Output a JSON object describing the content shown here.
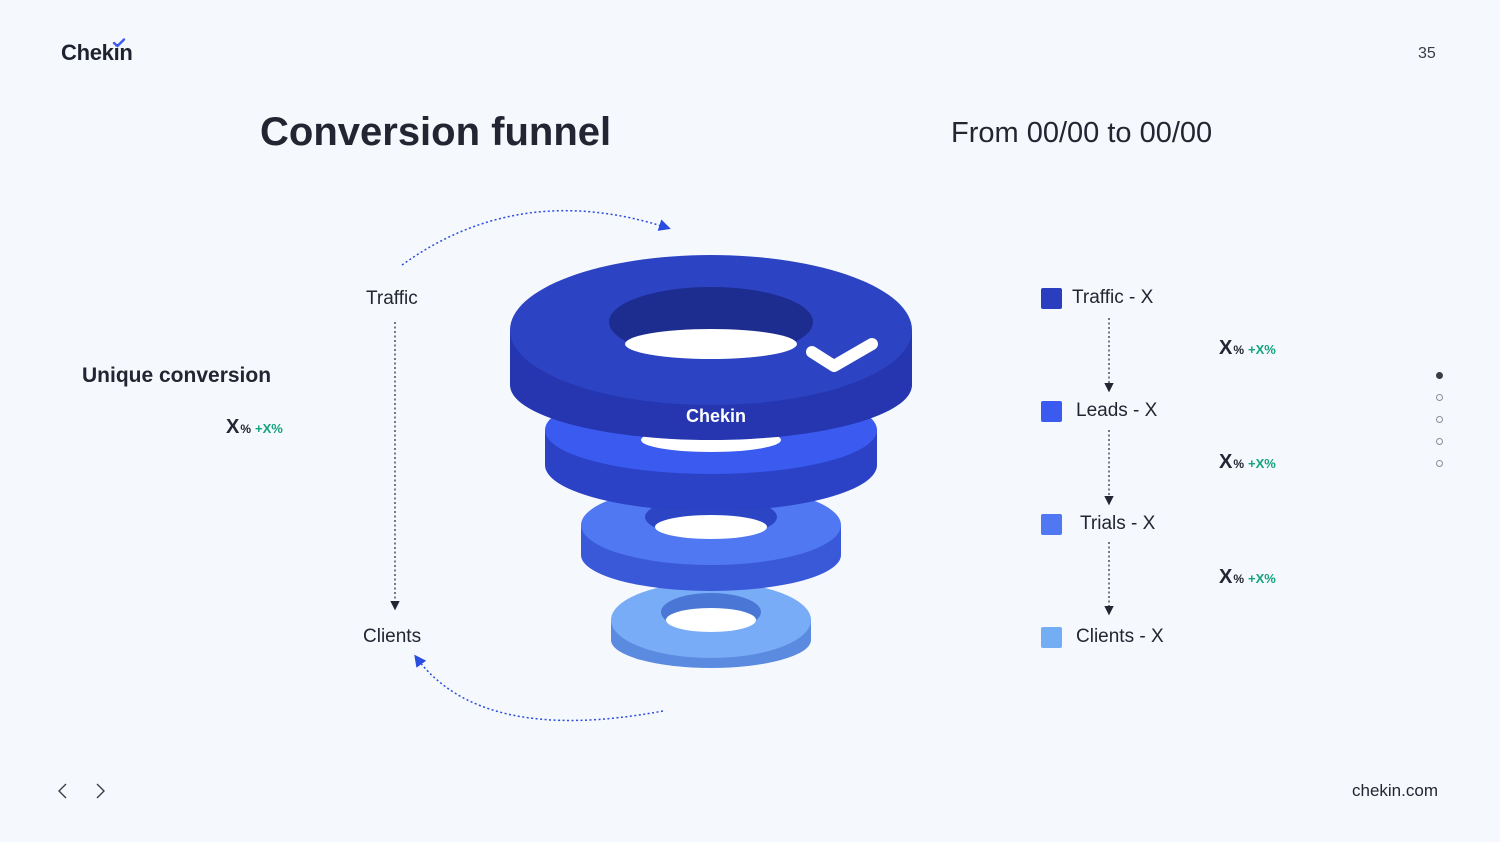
{
  "brand": {
    "logo_text": "Chekin",
    "footer_url": "chekin.com"
  },
  "page_number": "35",
  "title": "Conversion funnel",
  "date_range": "From 00/00 to 00/00",
  "unique_conversion": {
    "label": "Unique conversion",
    "value": "X",
    "unit": "%",
    "delta": "+X%"
  },
  "left_flow": {
    "top": "Traffic",
    "bottom": "Clients"
  },
  "funnel": {
    "center_logo": "Chekin"
  },
  "legend": [
    {
      "label": "Traffic - X",
      "color": "#2a3fbf"
    },
    {
      "label": "Leads - X",
      "color": "#3b5bf0"
    },
    {
      "label": "Trials - X",
      "color": "#4f78f2"
    },
    {
      "label": "Clients - X",
      "color": "#73aef5"
    }
  ],
  "step_conversions": [
    {
      "value": "X",
      "unit": "%",
      "delta": "+X%"
    },
    {
      "value": "X",
      "unit": "%",
      "delta": "+X%"
    },
    {
      "value": "X",
      "unit": "%",
      "delta": "+X%"
    }
  ],
  "pagination": {
    "count": 5,
    "active": 0
  },
  "colors": {
    "accent": "#2a3fbf",
    "delta_green": "#14a37f",
    "arrow_blue": "#2a4de0"
  }
}
